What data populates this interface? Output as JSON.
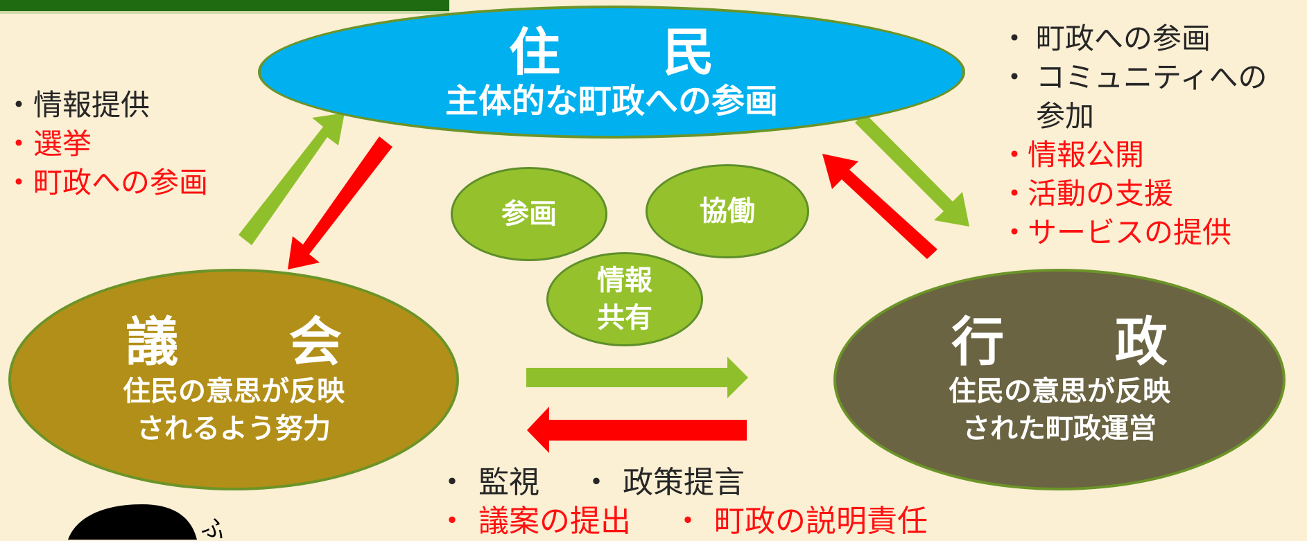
{
  "resident": {
    "title": "住　民",
    "subtitle": "主体的な町政への参画"
  },
  "council": {
    "title": "議　会",
    "line1": "住民の意思が反映",
    "line2": "されるよう努力"
  },
  "administration": {
    "title": "行　政",
    "line1": "住民の意思が反映",
    "line2": "された町政運営"
  },
  "center": {
    "participation": "参画",
    "collaboration": "協働",
    "info_line1": "情報",
    "info_line2": "共有"
  },
  "left_list": {
    "bullet": "・",
    "items": [
      {
        "text": "情報提供",
        "color": "#262626"
      },
      {
        "text": "選挙",
        "color": "#ff1010"
      },
      {
        "text": "町政への参画",
        "color": "#ff1010"
      }
    ]
  },
  "right_list": {
    "bullet": "・",
    "items": [
      {
        "text": "町政への参画",
        "color": "#262626"
      },
      {
        "text": "コミュニティへの",
        "color": "#262626"
      },
      {
        "text": "参加",
        "color": "#262626"
      },
      {
        "text": "情報公開",
        "color": "#ff1010"
      },
      {
        "text": "活動の支援",
        "color": "#ff1010"
      },
      {
        "text": "サービスの提供",
        "color": "#ff1010"
      }
    ]
  },
  "bottom_list": {
    "bullet": "・",
    "row1": [
      "監視",
      "政策提言"
    ],
    "row2": [
      "議案の提出",
      "町政の説明責任"
    ]
  },
  "mascot_text": "ふ",
  "colors": {
    "background": "#fbefd4",
    "resident": "#00b0ef",
    "council": "#b28f18",
    "administration": "#6a6443",
    "green_arrow": "#8fc02b",
    "red_arrow": "#ff0000",
    "small_ellipse": "#95c22c"
  }
}
